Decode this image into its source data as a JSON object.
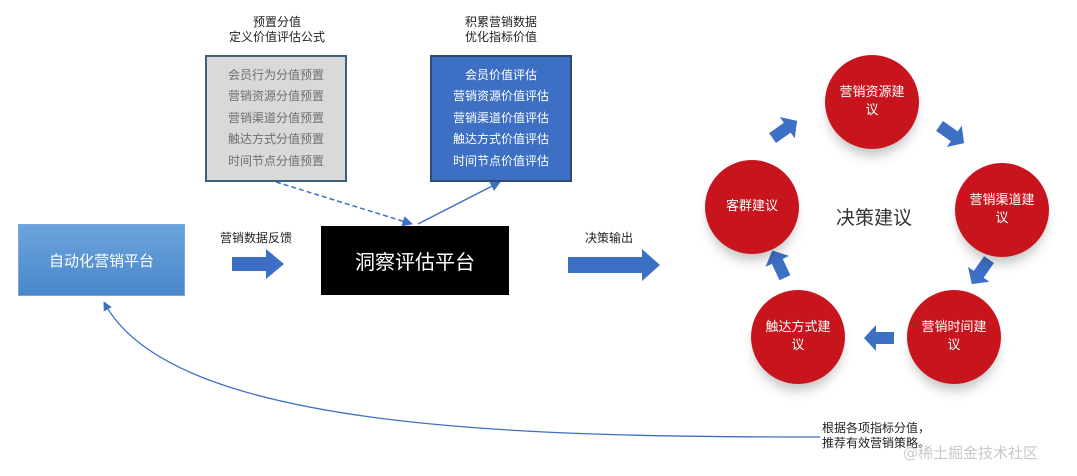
{
  "preset": {
    "caption_line1": "预置分值",
    "caption_line2": "定义价值评估公式",
    "items": [
      "会员行为分值预置",
      "营销资源分值预置",
      "营销渠道分值预置",
      "触达方式分值预置",
      "时间节点分值预置"
    ]
  },
  "accumulate": {
    "caption_line1": "积累营销数据",
    "caption_line2": "优化指标价值",
    "items": [
      "会员价值评估",
      "营销资源价值评估",
      "营销渠道价值评估",
      "触达方式价值评估",
      "时间节点价值评估"
    ]
  },
  "automation_platform": "自动化营销平台",
  "feedback_label": "营销数据反馈",
  "insight_platform": "洞察评估平台",
  "decision_output_label": "决策输出",
  "decision_title": "决策建议",
  "suggestions": {
    "resource": "营销资源建议",
    "channel": "营销渠道建议",
    "time": "营销时间建议",
    "touch": "触达方式建议",
    "customer": "客群建议"
  },
  "bottom_note_line1": "根据各项指标分值，",
  "bottom_note_line2": "推荐有效营销策略。",
  "watermark": "@稀土掘金技术社区",
  "colors": {
    "arrow_blue": "#3d6fc4",
    "circle_red": "#c8141d",
    "insight_black": "#000000"
  }
}
